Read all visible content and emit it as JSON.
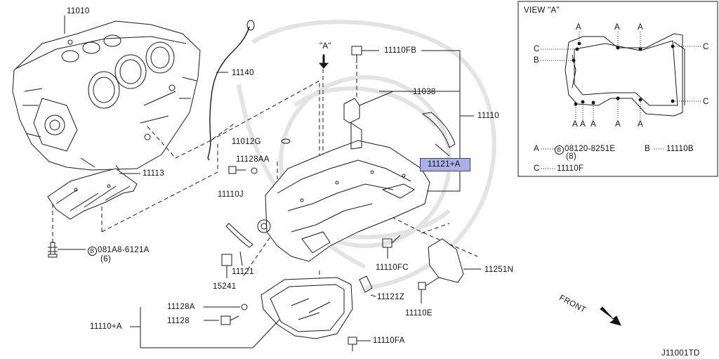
{
  "diagram_id": "J11001TD",
  "parts": {
    "p11010": "11010",
    "p11140": "11140",
    "p11113": "11113",
    "p081A8": "081A8-6121A",
    "p081A8_qty": "(6)",
    "p11012G": "11012G",
    "p11128AA": "11128AA",
    "p11110J": "11110J",
    "p11121": "11121",
    "p15241": "15241",
    "p11110FB": "11110FB",
    "p11038": "11038",
    "p11110": "11110",
    "p11121A": "11121+A",
    "p11110FC": "11110FC",
    "p11251N": "11251N",
    "p11121Z": "11121Z",
    "p11110E": "11110E",
    "p11128A": "11128A",
    "p11110A": "11110+A",
    "p11128": "11128",
    "p11110FA": "11110FA"
  },
  "view_marker": "\"A\"",
  "bolt_symbol": "B",
  "front_label": "FRONT",
  "view_a": {
    "title": "VIEW \"A\"",
    "marker_a": "A",
    "marker_b": "B",
    "marker_c": "C",
    "legend_a_key": "A",
    "legend_a_part": "08120-8251E",
    "legend_a_qty": "(8)",
    "legend_b_key": "B",
    "legend_b_part": "11110B",
    "legend_c_key": "C",
    "legend_c_part": "11110F",
    "legend_dots": "·····"
  },
  "colors": {
    "line": "#1a1a1a",
    "highlight_fill": "#aab1e6",
    "highlight_border": "#39427a",
    "watermark": "#d8d8d8"
  }
}
